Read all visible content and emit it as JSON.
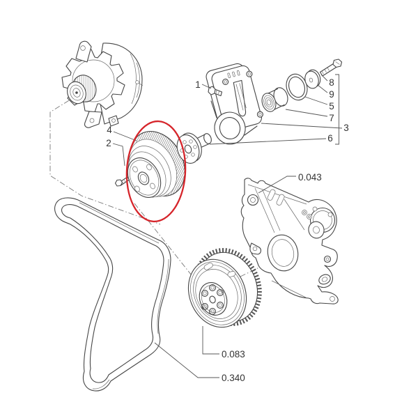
{
  "callouts": {
    "n1": "1",
    "n2": "2",
    "n3": "3",
    "n4": "4",
    "n5": "5",
    "n6": "6",
    "n7": "7",
    "n8": "8",
    "n9": "9"
  },
  "refs": {
    "timing_cover": "0.043",
    "crank_pulley": "0.083",
    "belt": "0.340"
  },
  "colors": {
    "highlight": "#d6252b",
    "line": "#454545",
    "text": "#333333",
    "background": "#ffffff"
  }
}
